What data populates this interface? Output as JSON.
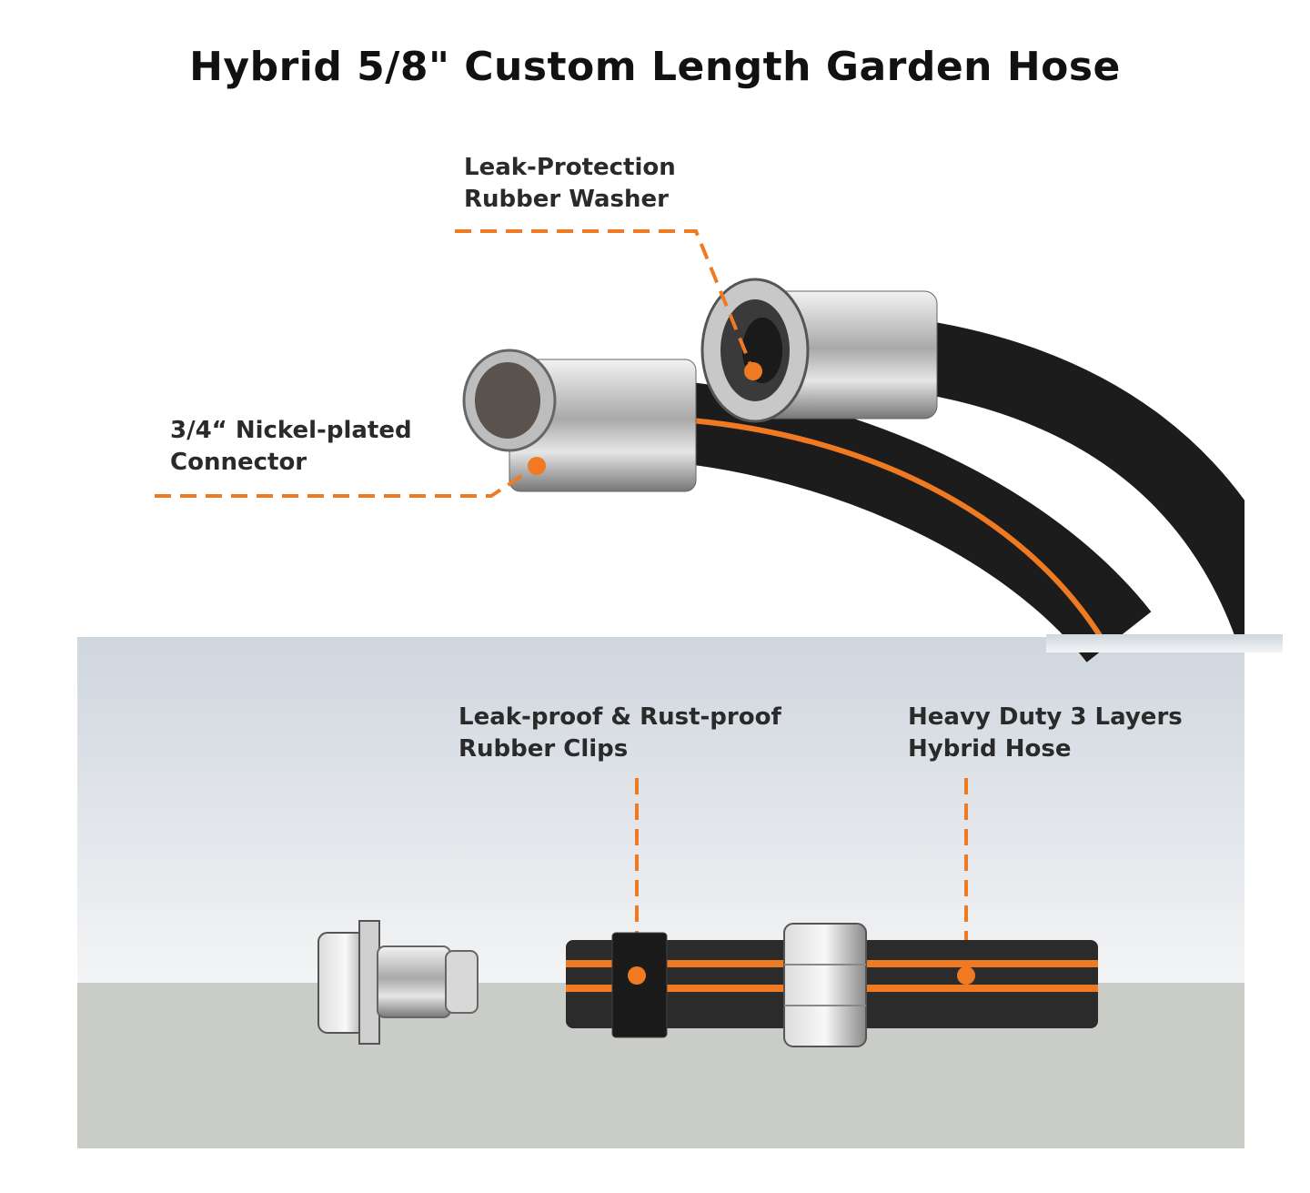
{
  "title": "Hybrid 5/8\" Custom Length Garden Hose",
  "callouts": {
    "washer": {
      "line1": "Leak-Protection",
      "line2": "Rubber Washer"
    },
    "connector": {
      "line1": "3/4“ Nickel-plated",
      "line2": "Connector"
    },
    "clips": {
      "line1": "Leak-proof & Rust-proof",
      "line2": "Rubber Clips"
    },
    "hose": {
      "line1": "Heavy Duty 3 Layers",
      "line2": "Hybrid Hose"
    }
  },
  "colors": {
    "accent": "#f07a22",
    "hose": "#1c1c1c",
    "panel_top": "#cfd6de",
    "panel_bottom": "#c9ccc7"
  }
}
